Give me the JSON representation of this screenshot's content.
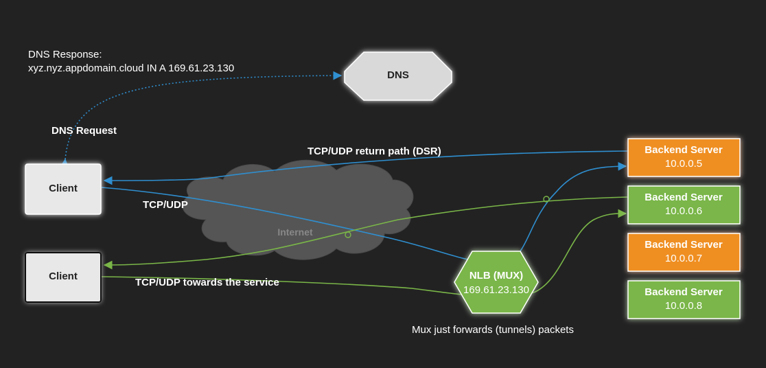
{
  "dns_response": {
    "line1": "DNS Response:",
    "line2": "xyz.nyz.appdomain.cloud IN A 169.61.23.130"
  },
  "dns_node": {
    "label": "DNS"
  },
  "dns_request_label": "DNS Request",
  "return_path_label": "TCP/UDP return path (DSR)",
  "tcp_udp_label": "TCP/UDP",
  "towards_service_label": "TCP/UDP towards the service",
  "internet_label": "Internet",
  "clients": [
    {
      "label": "Client"
    },
    {
      "label": "Client"
    }
  ],
  "nlb": {
    "title": "NLB (MUX)",
    "ip": "169.61.23.130"
  },
  "mux_note": "Mux just forwards (tunnels) packets",
  "backends": [
    {
      "title": "Backend Server",
      "ip": "10.0.0.5",
      "color": "#ef8f21"
    },
    {
      "title": "Backend Server",
      "ip": "10.0.0.6",
      "color": "#7ab648"
    },
    {
      "title": "Backend Server",
      "ip": "10.0.0.7",
      "color": "#ef8f21"
    },
    {
      "title": "Backend Server",
      "ip": "10.0.0.8",
      "color": "#7ab648"
    }
  ],
  "colors": {
    "background": "#222222",
    "blue_flow": "#2f8fd0",
    "green_flow": "#7ab648",
    "orange_server": "#ef8f21",
    "green_server": "#7ab648",
    "cloud": "#555555"
  }
}
